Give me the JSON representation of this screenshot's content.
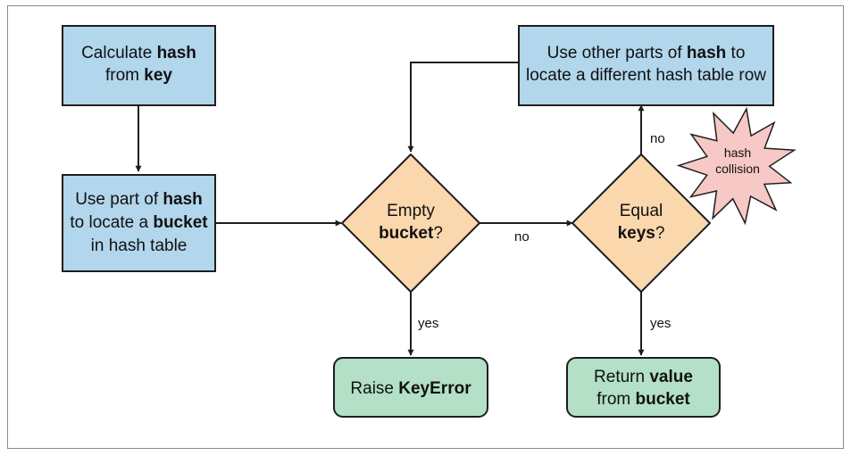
{
  "colors": {
    "process_fill": "#b2d6ec",
    "decision_fill": "#fbd7ae",
    "terminal_fill": "#b3e0c6",
    "burst_fill": "#f6c8c6",
    "stroke": "#1e1e1e",
    "frame": "#8a8a8a"
  },
  "nodes": {
    "calc_hash": {
      "line1": [
        {
          "text": "Calculate ",
          "bold": false
        },
        {
          "text": "hash",
          "bold": true
        }
      ],
      "line2": [
        {
          "text": "from ",
          "bold": false
        },
        {
          "text": "key",
          "bold": true
        }
      ]
    },
    "locate_bucket": {
      "line1": [
        {
          "text": "Use part of ",
          "bold": false
        },
        {
          "text": "hash",
          "bold": true
        }
      ],
      "line2": [
        {
          "text": "to locate a ",
          "bold": false
        },
        {
          "text": "bucket",
          "bold": true
        }
      ],
      "line3": [
        {
          "text": "in hash table",
          "bold": false
        }
      ]
    },
    "empty_bucket": {
      "line1": [
        {
          "text": "Empty",
          "bold": false
        }
      ],
      "line2": [
        {
          "text": "bucket",
          "bold": true
        },
        {
          "text": "?",
          "bold": false
        }
      ]
    },
    "equal_keys": {
      "line1": [
        {
          "text": "Equal",
          "bold": false
        }
      ],
      "line2": [
        {
          "text": "keys",
          "bold": true
        },
        {
          "text": "?",
          "bold": false
        }
      ]
    },
    "other_parts": {
      "line1": [
        {
          "text": "Use other parts of ",
          "bold": false
        },
        {
          "text": "hash",
          "bold": true
        },
        {
          "text": " to",
          "bold": false
        }
      ],
      "line2": [
        {
          "text": "locate a different hash table row",
          "bold": false
        }
      ]
    },
    "raise_keyerror": {
      "line1": [
        {
          "text": "Raise ",
          "bold": false
        },
        {
          "text": "KeyError",
          "bold": true
        }
      ]
    },
    "return_value": {
      "line1": [
        {
          "text": "Return ",
          "bold": false
        },
        {
          "text": "value",
          "bold": true
        }
      ],
      "line2": [
        {
          "text": "from ",
          "bold": false
        },
        {
          "text": "bucket",
          "bold": true
        }
      ]
    },
    "hash_collision": {
      "line1": "hash",
      "line2": "collision"
    }
  },
  "edges": {
    "empty_no": "no",
    "empty_yes": "yes",
    "equal_no": "no",
    "equal_yes": "yes"
  }
}
